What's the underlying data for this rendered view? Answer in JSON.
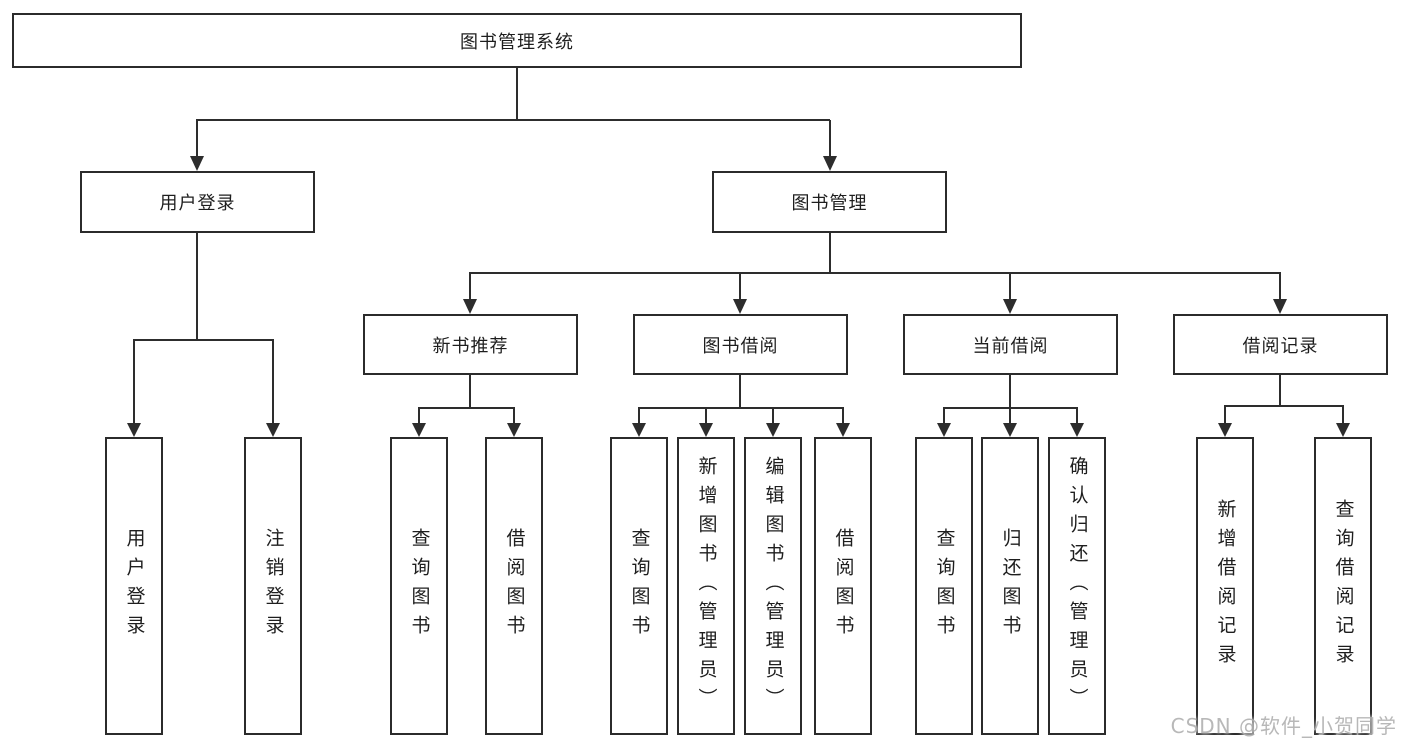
{
  "diagram": {
    "title": "图书管理系统",
    "tree": {
      "label": "图书管理系统",
      "children": [
        {
          "label": "用户登录",
          "children": [
            {
              "label": "用户登录"
            },
            {
              "label": "注销登录"
            }
          ]
        },
        {
          "label": "图书管理",
          "children": [
            {
              "label": "新书推荐",
              "children": [
                {
                  "label": "查询图书"
                },
                {
                  "label": "借阅图书"
                }
              ]
            },
            {
              "label": "图书借阅",
              "children": [
                {
                  "label": "查询图书"
                },
                {
                  "label": "新增图书（管理员）"
                },
                {
                  "label": "编辑图书（管理员）"
                },
                {
                  "label": "借阅图书"
                }
              ]
            },
            {
              "label": "当前借阅",
              "children": [
                {
                  "label": "查询图书"
                },
                {
                  "label": "归还图书"
                },
                {
                  "label": "确认归还（管理员）"
                }
              ]
            },
            {
              "label": "借阅记录",
              "children": [
                {
                  "label": "新增借阅记录"
                },
                {
                  "label": "查询借阅记录"
                }
              ]
            }
          ]
        }
      ]
    },
    "colors": {
      "line": "#2d2d2d",
      "box_border": "#2b2b2b",
      "text": "#1e1e1e",
      "background": "#ffffff",
      "watermark_text": "#b2b2b2"
    }
  },
  "watermark": "CSDN @软件_小贺同学"
}
